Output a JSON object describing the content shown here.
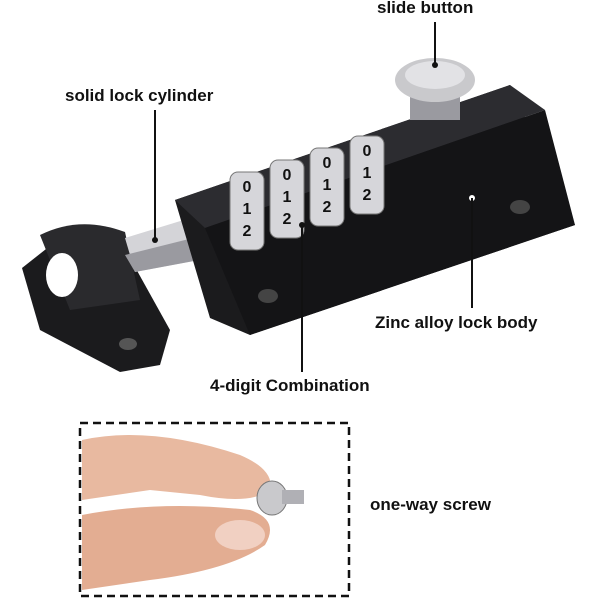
{
  "labels": {
    "slide_button": "slide button",
    "solid_lock_cylinder": "solid lock cylinder",
    "zinc_alloy_lock_body": "Zinc alloy lock body",
    "combination": "4-digit Combination",
    "one_way_screw": "one-way screw"
  },
  "dials": [
    "0 1 2",
    "0 1 2",
    "0 1 2",
    "0 1 2"
  ],
  "colors": {
    "body": "#1b1b1d",
    "metal": "#c9c9cc",
    "skin": "#e8b9a0"
  }
}
